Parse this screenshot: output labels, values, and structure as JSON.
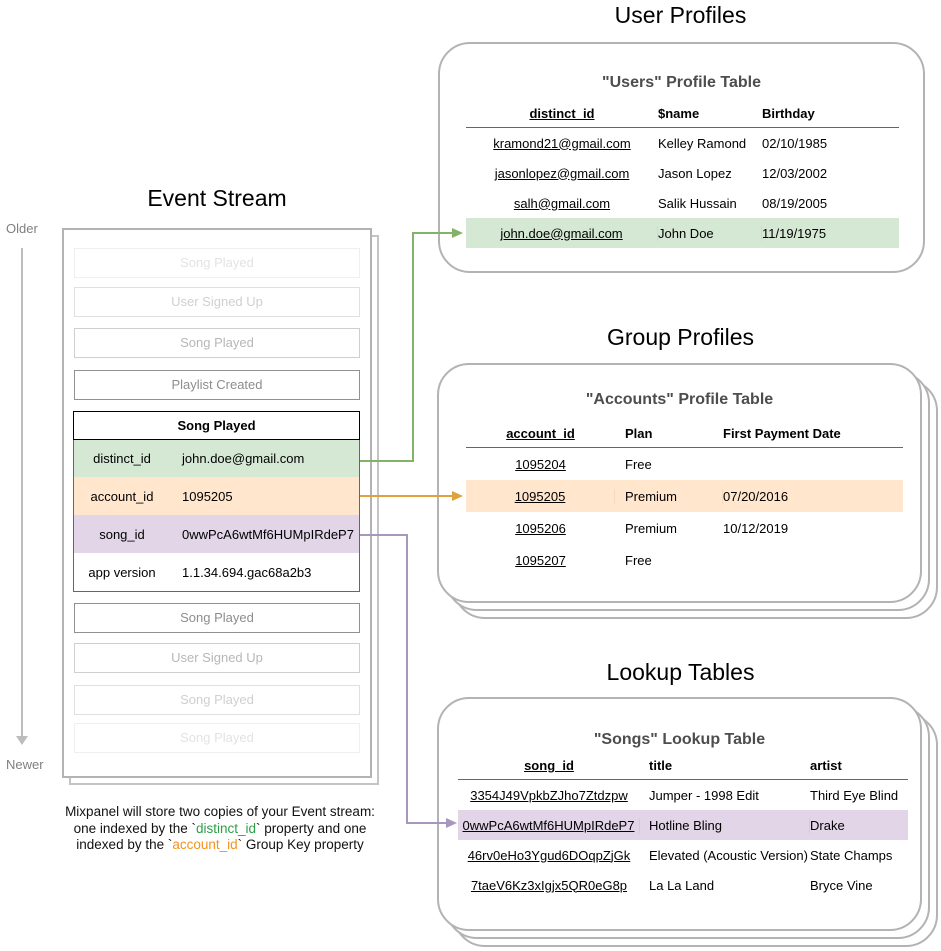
{
  "left": {
    "title": "Event Stream",
    "older_label": "Older",
    "newer_label": "Newer",
    "events": [
      {
        "label": "Song Played"
      },
      {
        "label": "User Signed Up"
      },
      {
        "label": "Song Played"
      },
      {
        "label": "Playlist Created"
      },
      {
        "label": "Song Played",
        "expanded": true
      },
      {
        "label": "Song Played"
      },
      {
        "label": "User Signed Up"
      },
      {
        "label": "Song Played"
      },
      {
        "label": "Song Played"
      }
    ],
    "expanded_event": {
      "title": "Song Played",
      "rows": [
        {
          "key": "distinct_id",
          "value": "john.doe@gmail.com",
          "highlight": "green"
        },
        {
          "key": "account_id",
          "value": "1095205",
          "highlight": "orange"
        },
        {
          "key": "song_id",
          "value": "0wwPcA6wtMf6HUMpIRdeP7",
          "highlight": "purple"
        },
        {
          "key": "app version",
          "value": "1.1.34.694.gac68a2b3",
          "highlight": "none"
        }
      ]
    },
    "caption": {
      "line1": "Mixpanel will store two copies of your Event stream:",
      "line2_pre": "one indexed by the `",
      "line2_highlight": "distinct_id",
      "line2_post": "` property and one",
      "line3_pre": "indexed by the `",
      "line3_highlight": "account_id",
      "line3_post": "` Group Key property"
    }
  },
  "user_profiles": {
    "section_title": "User Profiles",
    "table_title": "\"Users\" Profile Table",
    "columns": [
      "distinct_id",
      "$name",
      "Birthday"
    ],
    "rows": [
      {
        "distinct_id": "kramond21@gmail.com",
        "name": "Kelley Ramond",
        "birthday": "02/10/1985"
      },
      {
        "distinct_id": "jasonlopez@gmail.com",
        "name": "Jason Lopez",
        "birthday": "12/03/2002"
      },
      {
        "distinct_id": "salh@gmail.com",
        "name": "Salik Hussain",
        "birthday": "08/19/2005"
      },
      {
        "distinct_id": "john.doe@gmail.com",
        "name": "John Doe",
        "birthday": "11/19/1975"
      }
    ],
    "highlighted_row_index": 3
  },
  "group_profiles": {
    "section_title": "Group Profiles",
    "table_title": "\"Accounts\" Profile Table",
    "columns": [
      "account_id",
      "Plan",
      "First Payment Date"
    ],
    "rows": [
      {
        "account_id": "1095204",
        "plan": "Free",
        "first_payment_date": ""
      },
      {
        "account_id": "1095205",
        "plan": "Premium",
        "first_payment_date": "07/20/2016"
      },
      {
        "account_id": "1095206",
        "plan": "Premium",
        "first_payment_date": "10/12/2019"
      },
      {
        "account_id": "1095207",
        "plan": "Free",
        "first_payment_date": ""
      }
    ],
    "highlighted_row_index": 1
  },
  "lookup_tables": {
    "section_title": "Lookup Tables",
    "table_title": "\"Songs\" Lookup Table",
    "columns": [
      "song_id",
      "title",
      "artist"
    ],
    "rows": [
      {
        "song_id": "3354J49VpkbZJho7Ztdzpw",
        "title": "Jumper - 1998 Edit",
        "artist": "Third Eye Blind"
      },
      {
        "song_id": "0wwPcA6wtMf6HUMpIRdeP7",
        "title": "Hotline Bling",
        "artist": "Drake"
      },
      {
        "song_id": "46rv0eHo3Ygud6DOqpZjGk",
        "title": "Elevated (Acoustic Version)",
        "artist": "State Champs"
      },
      {
        "song_id": "7taeV6Kz3xIgjx5QR0eG8p",
        "title": "La La Land",
        "artist": "Bryce Vine"
      }
    ],
    "highlighted_row_index": 1
  },
  "colors": {
    "green_highlight": "#d5e8d4",
    "orange_highlight": "#ffe6cc",
    "purple_highlight": "#e1d5e7",
    "green_arrow": "#82b366",
    "orange_arrow": "#e0a23e",
    "purple_arrow": "#a797bd",
    "caption_green": "#2e9e49",
    "caption_orange": "#f2931e",
    "panel_border": "#b3b3b3"
  }
}
